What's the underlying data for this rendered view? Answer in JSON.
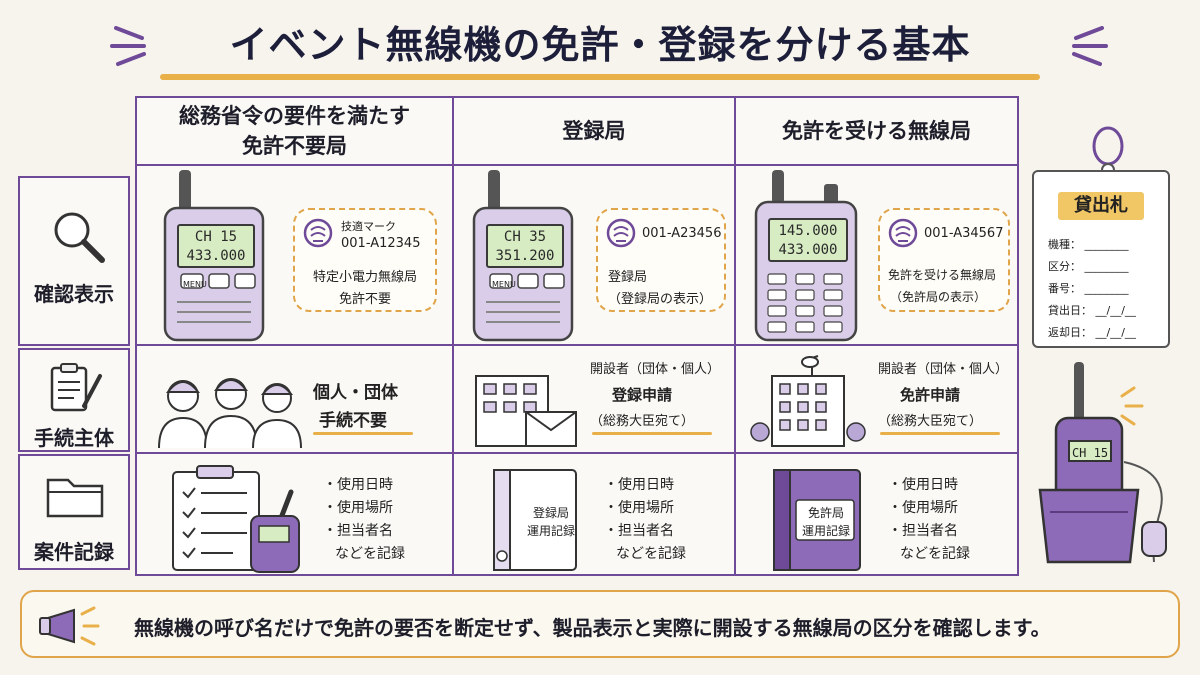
{
  "title": "イベント無線機の免許・登録を分ける基本",
  "columns": [
    {
      "header_line1": "総務省令の要件を満たす",
      "header_line2": "免許不要局"
    },
    {
      "header_line1": "登録局",
      "header_line2": ""
    },
    {
      "header_line1": "免許を受ける無線局",
      "header_line2": ""
    }
  ],
  "rows": [
    {
      "label": "確認表示",
      "icon": "magnifier-icon"
    },
    {
      "label": "手続主体",
      "icon": "clipboard-pen-icon"
    },
    {
      "label": "案件記録",
      "icon": "folder-icon"
    }
  ],
  "display": {
    "col1": {
      "lcd_line1": "CH 15",
      "lcd_line2": "433.000",
      "mark_label": "技適マーク",
      "code": "001-A12345",
      "station_type": "特定小電力無線局",
      "note": "免許不要"
    },
    "col2": {
      "lcd_line1": "CH 35",
      "lcd_line2": "351.200",
      "code": "001-A23456",
      "station_type": "登録局",
      "note": "（登録局の表示）"
    },
    "col3": {
      "lcd_line1": "145.000",
      "lcd_line2": "433.000",
      "code": "001-A34567",
      "station_type": "免許を受ける無線局",
      "note": "（免許局の表示）"
    }
  },
  "procedure": {
    "col1": {
      "line1": "個人・団体",
      "line2": "手続不要"
    },
    "col2": {
      "line1": "開設者（団体・個人）",
      "line2": "登録申請",
      "line3": "（総務大臣宛て）"
    },
    "col3": {
      "line1": "開設者（団体・個人）",
      "line2": "免許申請",
      "line3": "（総務大臣宛て）"
    }
  },
  "records": {
    "items": [
      "・使用日時",
      "・使用場所",
      "・担当者名",
      "などを記録"
    ],
    "binder2_line1": "登録局",
    "binder2_line2": "運用記録",
    "binder3_line1": "免許局",
    "binder3_line2": "運用記録"
  },
  "radio_buttons": {
    "menu": "MENU"
  },
  "tag": {
    "title": "貸出札",
    "fields": [
      "機種：",
      "区分：",
      "番号：",
      "貸出日：",
      "返却日："
    ],
    "date_blank": "__/__/__"
  },
  "charger": {
    "lcd": "CH 15"
  },
  "footer": "無線機の呼び名だけで免許の要否を断定せず、製品表示と実際に開設する無線局の区分を確認します。",
  "colors": {
    "accent": "#6f4a98",
    "gold": "#e9b04a",
    "lcd": "#d7ecc3",
    "purple_fill": "#8e6bb8"
  }
}
